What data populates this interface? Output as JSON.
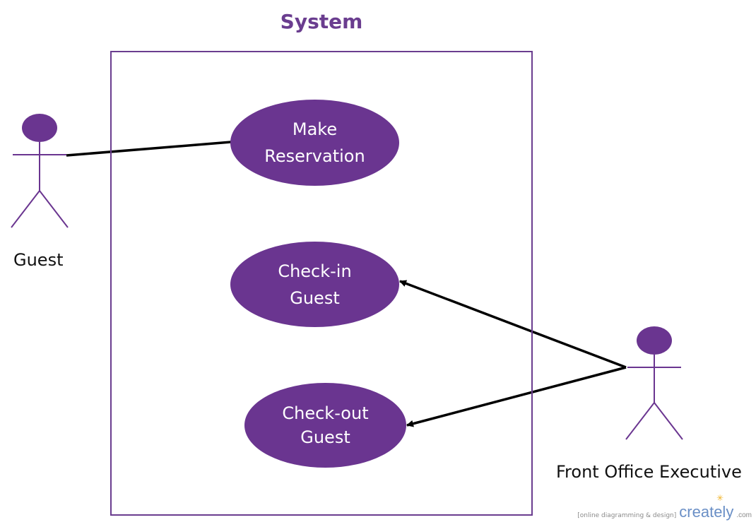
{
  "diagram": {
    "system_title": "System",
    "use_cases": {
      "make_reservation": {
        "line1": "Make",
        "line2": "Reservation"
      },
      "check_in": {
        "line1": "Check-in",
        "line2": "Guest"
      },
      "check_out": {
        "line1": "Check-out",
        "line2": "Guest"
      }
    },
    "actors": {
      "guest": {
        "label": "Guest"
      },
      "front_office": {
        "label": "Front Office Executive"
      }
    },
    "relationships": [
      {
        "from": "Guest",
        "to": "Make Reservation",
        "type": "association"
      },
      {
        "from": "Front Office Executive",
        "to": "Check-in Guest",
        "type": "directed-association"
      },
      {
        "from": "Front Office Executive",
        "to": "Check-out Guest",
        "type": "directed-association"
      }
    ],
    "colors": {
      "accent": "#6a3590",
      "border": "#6a3d8f",
      "line": "#000000"
    }
  },
  "watermark": {
    "tagline": "[online diagramming & design]",
    "brand": "creately",
    "suffix": ".com"
  }
}
